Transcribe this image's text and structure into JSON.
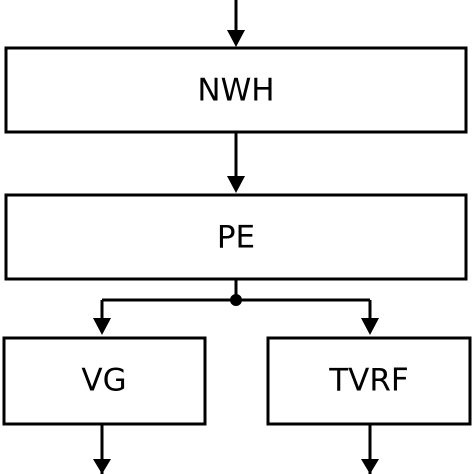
{
  "diagram": {
    "nodes": {
      "nwh": {
        "label": "NWH"
      },
      "pe": {
        "label": "PE"
      },
      "vg": {
        "label": "VG"
      },
      "tvrf": {
        "label": "TVRF"
      }
    },
    "edges": [
      {
        "from": "top-input",
        "to": "nwh"
      },
      {
        "from": "nwh",
        "to": "pe"
      },
      {
        "from": "pe",
        "to": "vg"
      },
      {
        "from": "pe",
        "to": "tvrf"
      },
      {
        "from": "vg",
        "to": "bottom-output-left"
      },
      {
        "from": "tvrf",
        "to": "bottom-output-right"
      }
    ],
    "stroke_color": "#000000",
    "fill_color": "#ffffff"
  }
}
